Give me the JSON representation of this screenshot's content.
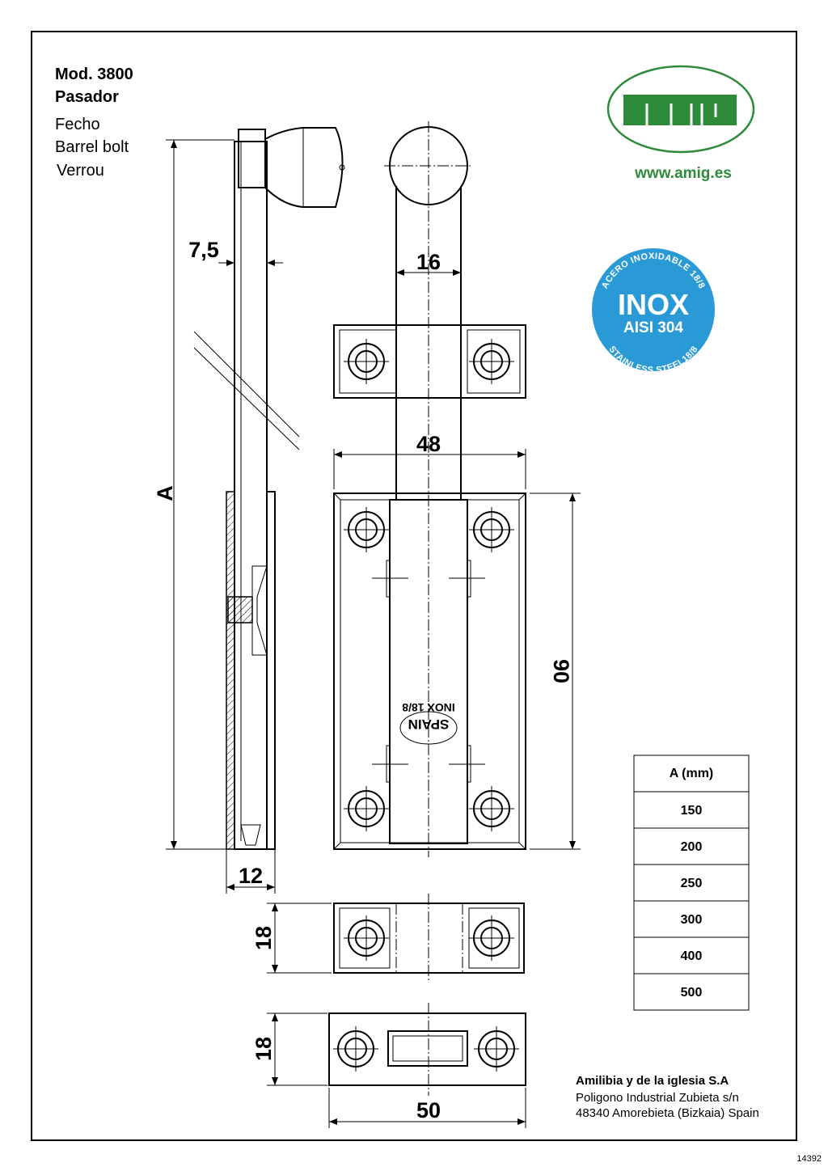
{
  "header": {
    "model": "Mod. 3800",
    "name_es": "Pasador",
    "name_pt": "Fecho",
    "name_en": "Barrel bolt",
    "name_fr": "Verrou"
  },
  "brand": {
    "logo_text": "amig",
    "website": "www.amig.es",
    "color": "#2e8b3a"
  },
  "badge": {
    "top_arc": "ACERO INOXIDABLE 18/8",
    "main": "INOX",
    "sub": "AISI 304",
    "bottom_arc": "STAINLESS STEEL18/8",
    "color": "#2a9ad6"
  },
  "dimensions": {
    "length": "A",
    "bolt_thickness": "7,5",
    "bolt_width": "16",
    "keeper_width": "48",
    "plate_height": "90",
    "plate_depth": "12",
    "keeper_height": "18",
    "strike_height": "18",
    "strike_width": "50"
  },
  "engraving": {
    "line1": "INOX 18/8",
    "line2": "SPAIN"
  },
  "table": {
    "header": "A (mm)",
    "rows": [
      "150",
      "200",
      "250",
      "300",
      "400",
      "500"
    ]
  },
  "company": {
    "name": "Amilibia y de la iglesia S.A",
    "address1": "Poligono Industrial Zubieta s/n",
    "address2": "48340 Amorebieta (Bizkaia) Spain"
  },
  "doc_number": "14392"
}
